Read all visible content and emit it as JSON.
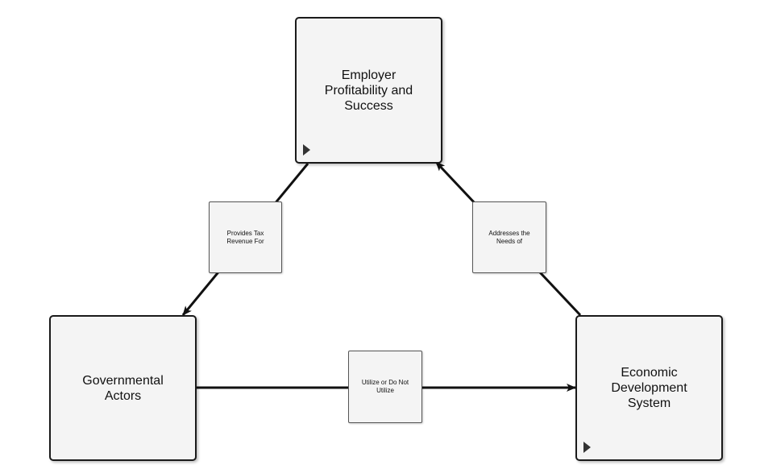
{
  "nodes": {
    "employer": {
      "label": "Employer\nProfitability and\nSuccess",
      "expand_icon": "play-triangle-icon"
    },
    "governmental": {
      "label": "Governmental\nActors"
    },
    "economic": {
      "label": "Economic\nDevelopment\nSystem",
      "expand_icon": "play-triangle-icon"
    }
  },
  "links": {
    "tax": {
      "label": "Provides Tax\nRevenue For"
    },
    "needs": {
      "label": "Addresses the\nNeeds of"
    },
    "utilize": {
      "label": "Utilize or Do Not\nUtilize"
    }
  },
  "colors": {
    "stroke": "#1a1a1a",
    "fill": "#f4f4f4"
  }
}
